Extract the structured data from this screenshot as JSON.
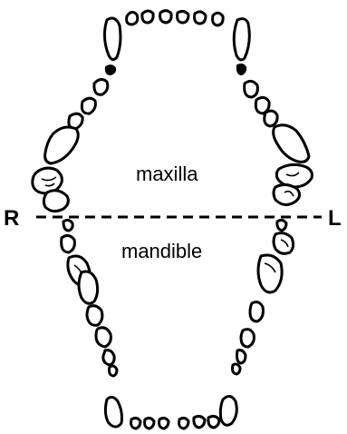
{
  "labels": {
    "upper_jaw": "maxilla",
    "lower_jaw": "mandible",
    "right_side": "R",
    "left_side": "L"
  },
  "colors": {
    "line": "#000000",
    "background": "#ffffff"
  }
}
